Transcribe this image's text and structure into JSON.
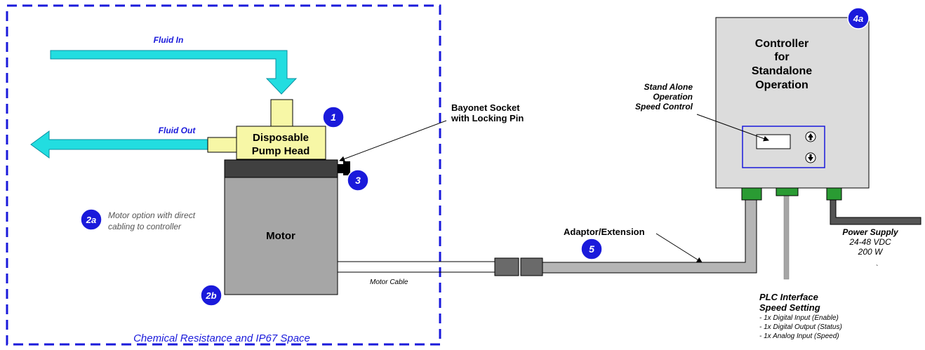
{
  "zone": {
    "label": "Chemical Resistance and IP67 Space"
  },
  "flow": {
    "in_label": "Fluid In",
    "out_label": "Fluid Out"
  },
  "pump_head": {
    "line1": "Disposable",
    "line2": "Pump Head"
  },
  "motor": {
    "label": "Motor"
  },
  "bayonet": {
    "line1": "Bayonet Socket",
    "line2": "with Locking Pin"
  },
  "badges": {
    "b1": "1",
    "b2a": "2a",
    "b2b": "2b",
    "b3": "3",
    "b4a": "4a",
    "b5": "5"
  },
  "motor_option": {
    "line1": "Motor option with direct",
    "line2": "cabling to controller"
  },
  "cable": {
    "motor_cable": "Motor Cable",
    "adaptor": "Adaptor/Extension"
  },
  "controller": {
    "line1": "Controller",
    "line2": "for",
    "line3": "Standalone",
    "line4": "Operation"
  },
  "speed_control": {
    "line1": "Stand Alone",
    "line2": "Operation",
    "line3": "Speed Control"
  },
  "power": {
    "title": "Power Supply",
    "voltage": "24-48 VDC",
    "watt": "200 W",
    "stray": "`"
  },
  "plc": {
    "title1": "PLC Interface",
    "title2": "Speed Setting",
    "items": [
      "- 1x Digital Input (Enable)",
      "- 1x Digital Output (Status)",
      "- 1x Analog Input (Speed)"
    ]
  },
  "colors": {
    "zone_border": "#1a1adb",
    "fluid": "#22dde0",
    "pump_head": "#f7f7a6",
    "motor": "#a6a6a6",
    "cap": "#404040",
    "controller": "#dcdcdc",
    "badge": "#1a1adb",
    "connector": "#2a9b33",
    "cable_grey": "#b5b5b5"
  }
}
